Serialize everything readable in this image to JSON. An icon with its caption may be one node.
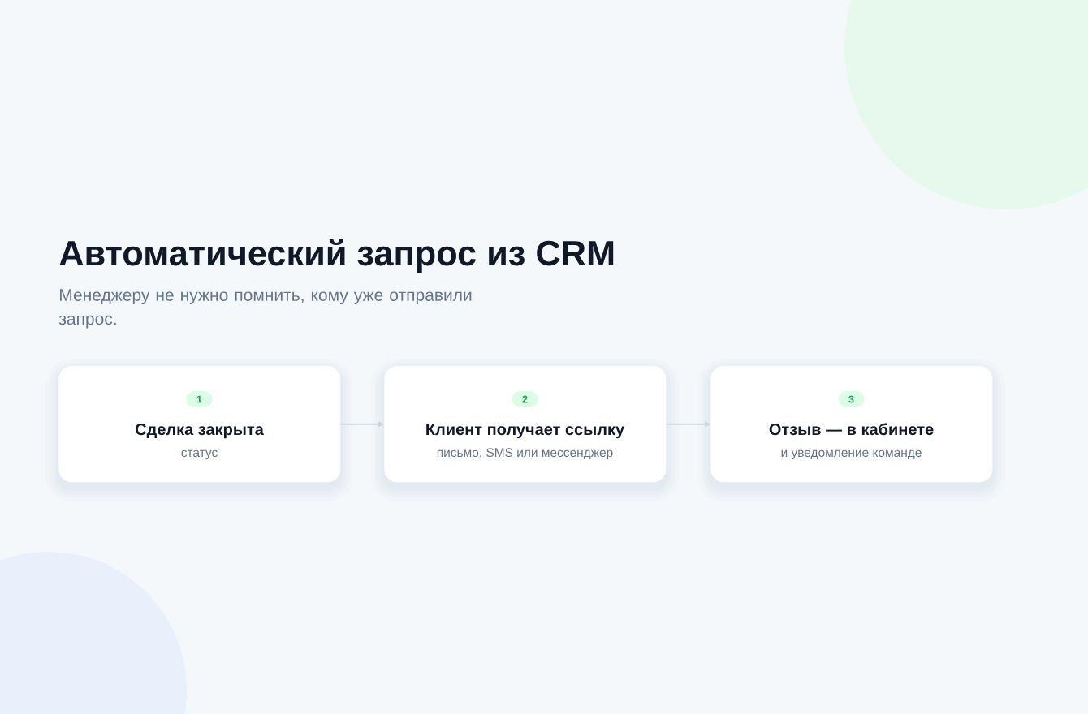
{
  "diagram": {
    "title": "Автоматический запрос из CRM",
    "nodes": [
      {
        "text": [
          "Сделка закрыта",
          "статус"
        ]
      },
      {
        "text": [
          "1"
        ],
        "in": 0
      },
      {
        "text": [
          "Клиент получает ссылку",
          "письмо, SMS или мессенджер"
        ]
      },
      {
        "text": [
          "2"
        ],
        "in": 2
      },
      {
        "text": [
          "Отзыв — в кабинете",
          "и уведомление команде"
        ]
      },
      {
        "text": [
          "3"
        ],
        "in": 4
      }
    ],
    "edges": [
      {
        "from": 0,
        "to": 2,
        "arrow": "to"
      },
      {
        "from": 2,
        "to": 4,
        "arrow": "to"
      }
    ],
    "labels": [
      "Менеджеру не нужно помнить, кому уже отправили запрос."
    ]
  }
}
